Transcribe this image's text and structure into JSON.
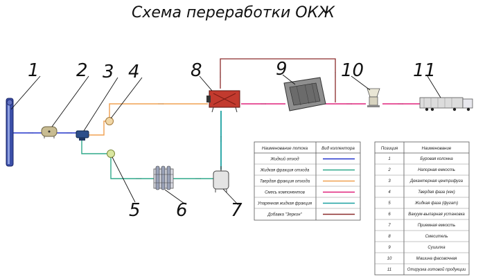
{
  "title": "Схема переработки ОКЖ",
  "callouts": [
    "1",
    "2",
    "3",
    "4",
    "5",
    "6",
    "7",
    "8",
    "9",
    "10",
    "11"
  ],
  "colors": {
    "liquid_waste": "#2233cc",
    "liquid_fraction": "#2ea88a",
    "solid_fraction": "#f0a050",
    "component_mix": "#e0207a",
    "clarified_fraction": "#1aa0a0",
    "additive": "#8a2a2a"
  },
  "legend": {
    "headers": [
      "Наименование потока",
      "Вид коллектора"
    ],
    "rows": [
      {
        "label": "Жидкий отход",
        "color": "#2233cc"
      },
      {
        "label": "Жидкая фракция отхода",
        "color": "#2ea88a"
      },
      {
        "label": "Твердая фракция отхода",
        "color": "#f0a050"
      },
      {
        "label": "Смесь компонентов",
        "color": "#e0207a"
      },
      {
        "label": "Упаренная жидкая фракция",
        "color": "#1aa0a0"
      },
      {
        "label": "Добавка \"Зеркон\"",
        "color": "#8a2a2a"
      }
    ]
  },
  "positions": {
    "headers": [
      "Позиция",
      "Наименование"
    ],
    "rows": [
      {
        "pos": "1",
        "name": "Буровая колонна"
      },
      {
        "pos": "2",
        "name": "Напорная емкость"
      },
      {
        "pos": "3",
        "name": "Декантерная центрифуга"
      },
      {
        "pos": "4",
        "name": "Твердая фаза (кек)"
      },
      {
        "pos": "5",
        "name": "Жидкая фаза (фугат)"
      },
      {
        "pos": "6",
        "name": "Вакуум-выпарная установка"
      },
      {
        "pos": "7",
        "name": "Приемная емкость"
      },
      {
        "pos": "8",
        "name": "Смеситель"
      },
      {
        "pos": "9",
        "name": "Сушилка"
      },
      {
        "pos": "10",
        "name": "Машина фасовочная"
      },
      {
        "pos": "11",
        "name": "Отгрузка готовой продукции"
      }
    ]
  }
}
